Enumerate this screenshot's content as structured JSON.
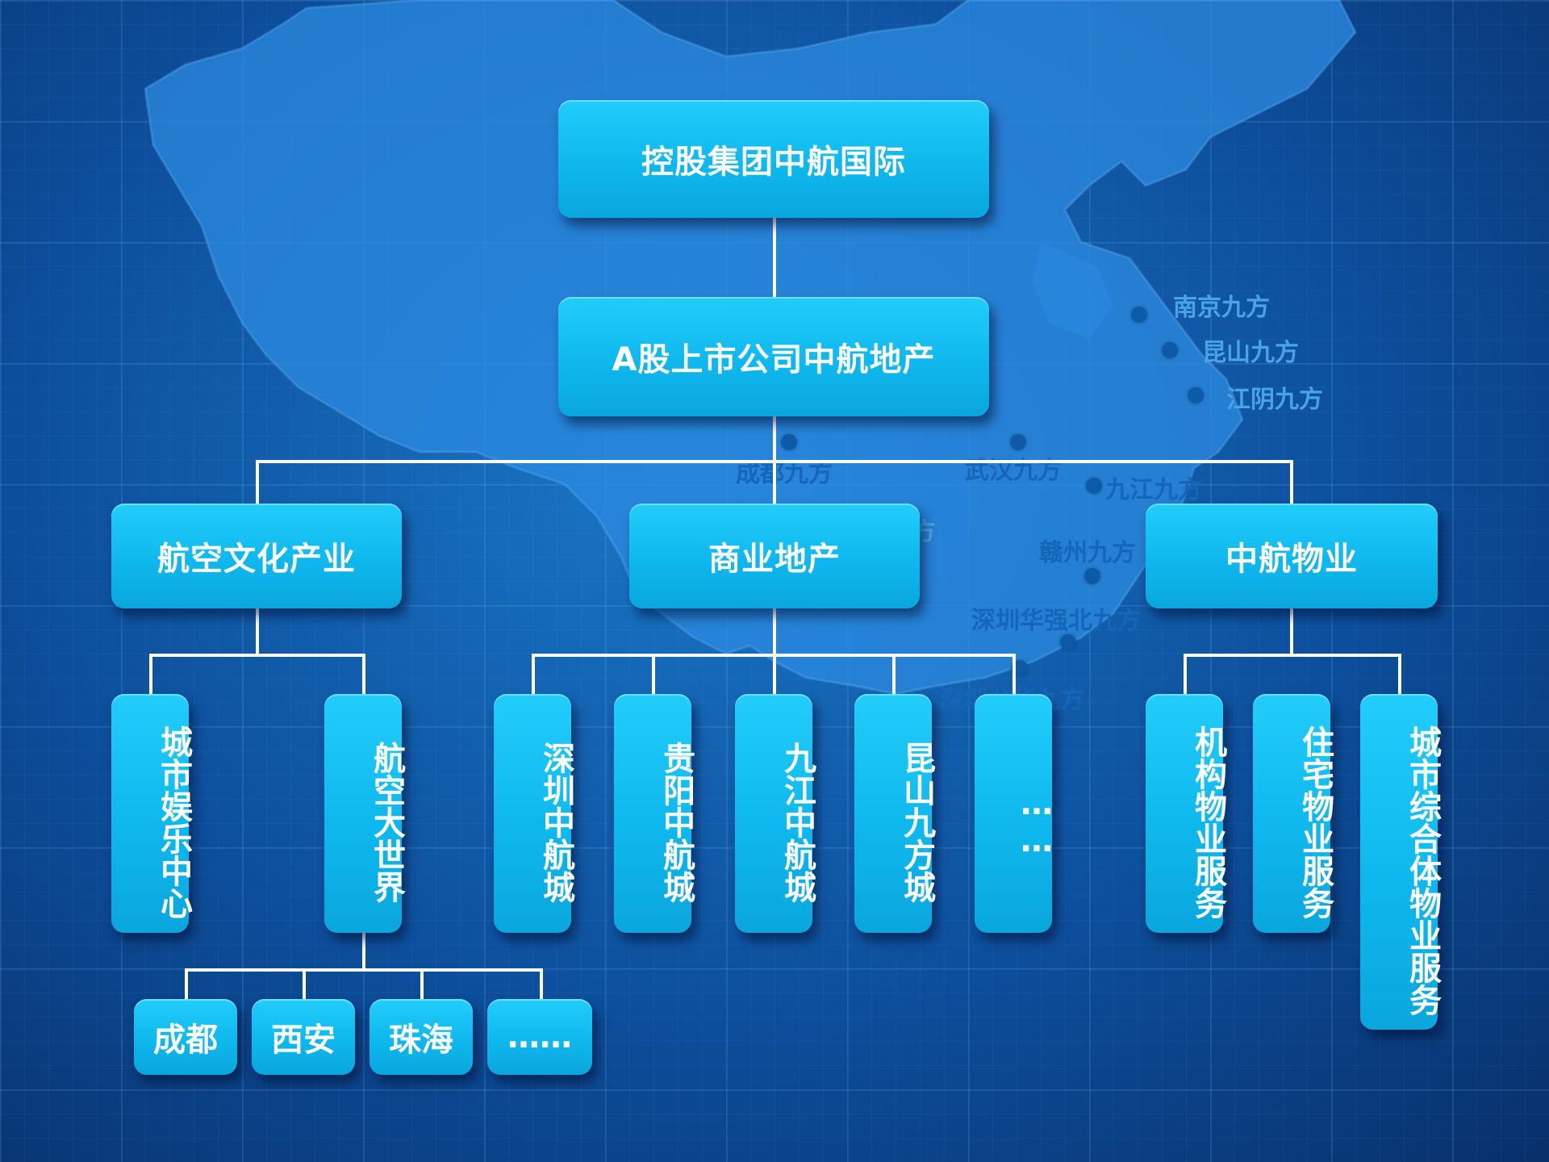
{
  "top": {
    "label": "控股集团中航国际"
  },
  "second": {
    "label": "A股上市公司中航地产"
  },
  "branches": [
    {
      "label": "航空文化产业"
    },
    {
      "label": "商业地产"
    },
    {
      "label": "中航物业"
    }
  ],
  "aviation_children": [
    {
      "label": "城市娱乐中心"
    },
    {
      "label": "航空大世界"
    }
  ],
  "world_children": [
    {
      "label": "成都"
    },
    {
      "label": "西安"
    },
    {
      "label": "珠海"
    },
    {
      "label": "……"
    }
  ],
  "commercial_children": [
    {
      "label": "深圳中航城"
    },
    {
      "label": "贵阳中航城"
    },
    {
      "label": "九江中航城"
    },
    {
      "label": "昆山九方城"
    },
    {
      "label": "……"
    }
  ],
  "property_children": [
    {
      "label": "机构物业服务"
    },
    {
      "label": "住宅物业服务"
    },
    {
      "label": "城市综合体物业服务"
    }
  ],
  "map_cities": [
    {
      "label": "南京九方"
    },
    {
      "label": "昆山九方"
    },
    {
      "label": "江阴九方"
    },
    {
      "label": "成都九方"
    },
    {
      "label": "武汉九方"
    },
    {
      "label": "九江九方"
    },
    {
      "label": "贵阳九方"
    },
    {
      "label": "赣州九方"
    },
    {
      "label": "深圳华强北九方"
    },
    {
      "label": "深圳龙华九方"
    }
  ],
  "colors": {
    "box": "#12bff2",
    "connector": "#ffffff",
    "background": "#0d4f9c"
  }
}
